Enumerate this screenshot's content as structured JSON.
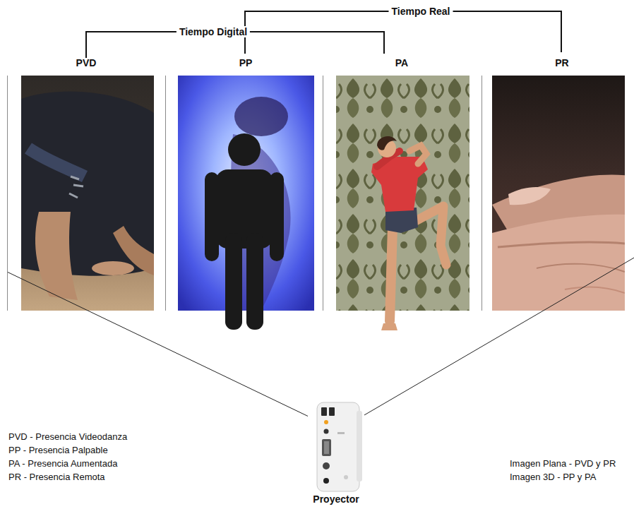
{
  "diagram": {
    "nodes": [
      {
        "text": [
          "PVD"
        ]
      },
      {
        "text": [
          "PP"
        ]
      },
      {
        "text": [
          "PA"
        ]
      },
      {
        "text": [
          "PR"
        ]
      },
      {
        "text": [
          "Proyector"
        ]
      }
    ],
    "edges": [
      {
        "from": 4,
        "to": 0,
        "arrow": "none"
      },
      {
        "from": 4,
        "to": 3,
        "arrow": "none"
      }
    ],
    "labels": [
      "Tiempo Real",
      "Tiempo Digital",
      "PVD - Presencia Videodanza",
      "PP - Presencia Palpable",
      "PA - Presencia Aumentada",
      "PR - Presencia Remota",
      "Imagen Plana - PVD y PR",
      "Imagen 3D - PP y PA"
    ]
  }
}
